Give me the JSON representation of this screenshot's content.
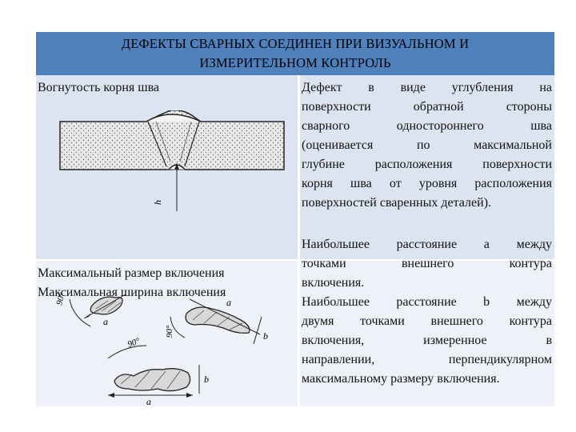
{
  "header": {
    "title_line1": "ДЕФЕКТЫ СВАРНЫХ СОЕДИНЕН ПРИ ВИЗУАЛЬНОМ И",
    "title_line2": "ИЗМЕРИТЕЛЬНОМ КОНТРОЛЬ"
  },
  "rows": [
    {
      "name": "Вогнутость корня шва",
      "description_lines": [
        "Дефект в виде углубления на",
        "поверхности обратной стороны",
        "сварного одностороннего шва",
        "(оценивается по максимальной",
        "глубине расположения поверхности",
        "корня шва от уровня расположения",
        "поверхностей сваренных деталей)."
      ],
      "figure_label": "h"
    },
    {
      "name_line1": "Максимальный размер включения",
      "name_line2": "Максимальная ширина включения",
      "description_lines": [
        "Наибольшее расстояние a между",
        "точками внешнего контура",
        "включения.",
        "Наибольшее расстояние b между",
        "двумя точками внешнего контура",
        "включения, измеренное в",
        "направлении, перпендикулярном",
        "максимальному размеру включения."
      ],
      "figure_labels": {
        "angle": "90°",
        "a": "a",
        "b": "b"
      }
    }
  ],
  "colors": {
    "header_bg": "#4f81bd",
    "row1_bg": "#dbe4f0",
    "row2_bg": "#eef2f8"
  }
}
